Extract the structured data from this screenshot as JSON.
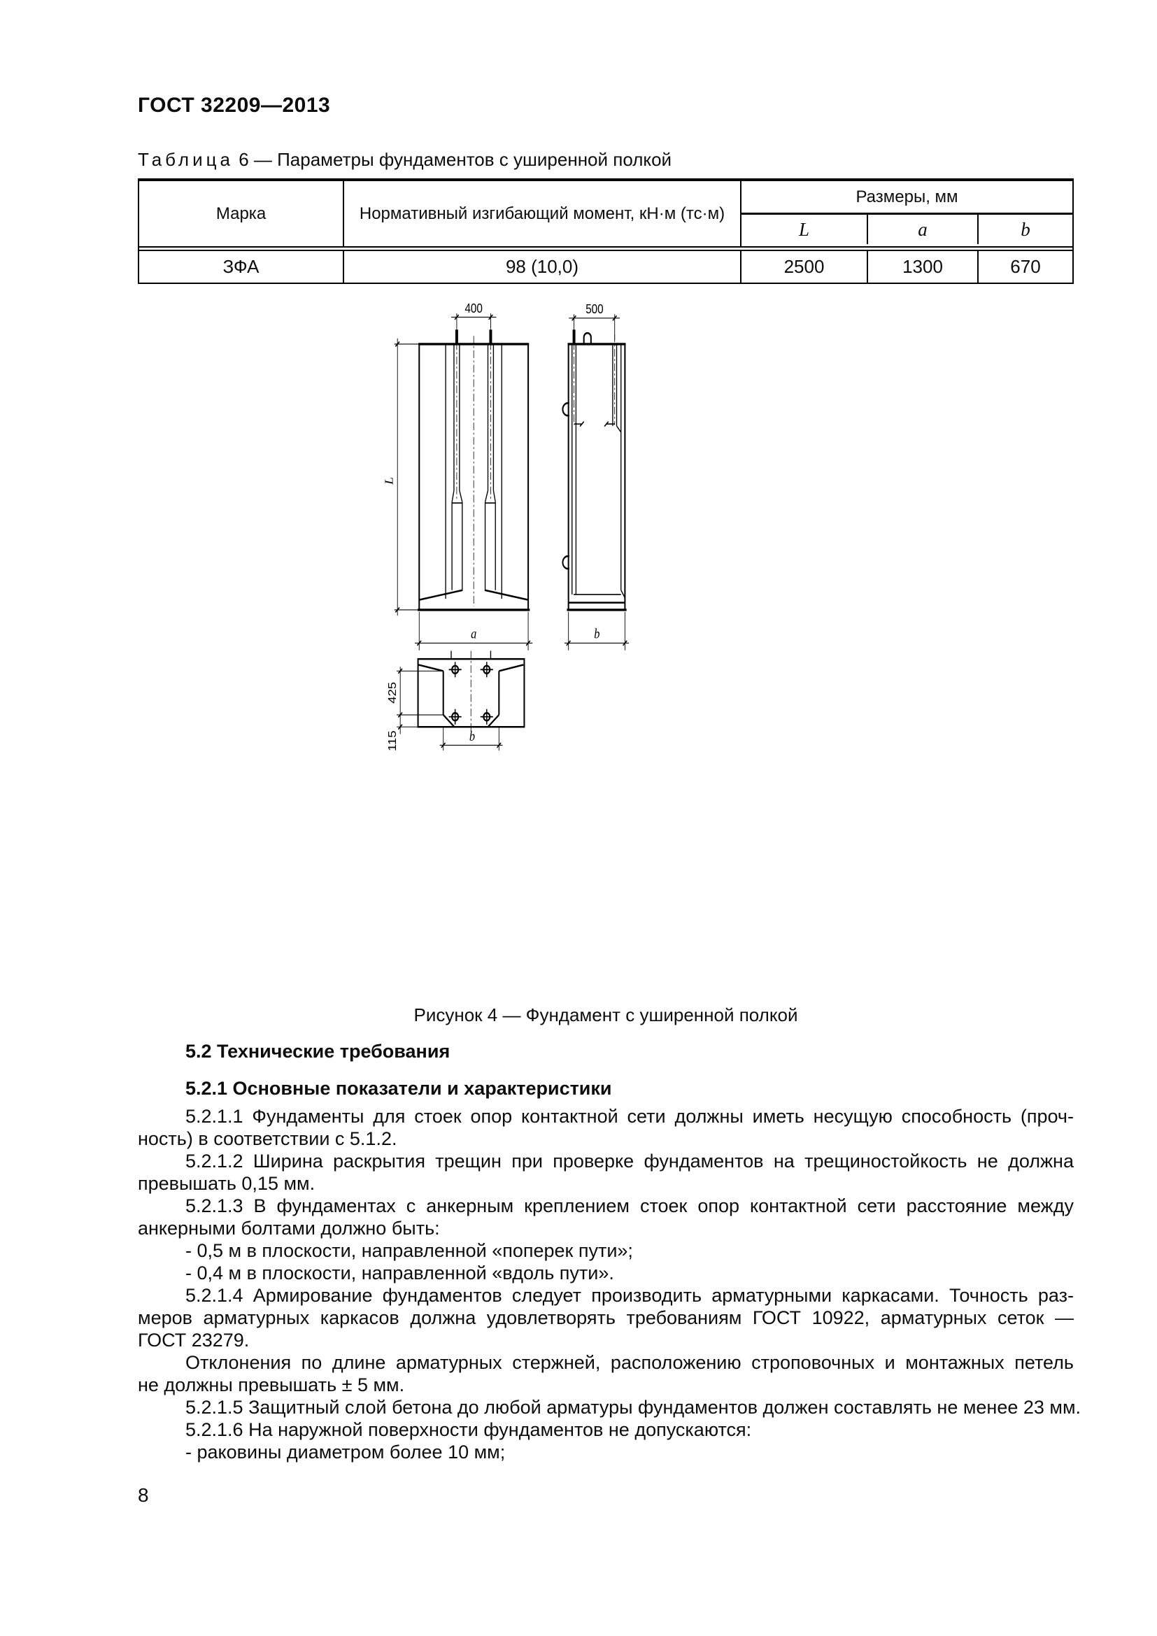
{
  "page": {
    "standard": "ГОСТ 32209—2013",
    "number": "8"
  },
  "table": {
    "caption_word": "Таблица",
    "caption_rest": "6 — Параметры фундаментов с уширенной полкой",
    "col_mark": "Марка",
    "col_moment": "Нормативный изгибающий момент, кН·м (тс·м)",
    "col_sizes": "Размеры, мм",
    "sub_cols": [
      "L",
      "a",
      "b"
    ],
    "row": {
      "mark": "ЗФА",
      "moment": "98 (10,0)",
      "L": "2500",
      "a": "1300",
      "b": "670"
    }
  },
  "figure": {
    "caption": "Рисунок 4 — Фундамент с уширенной полкой",
    "dims": {
      "bolt_front": "400",
      "bolt_side": "500",
      "length": "L",
      "width_a": "a",
      "width_b": "b",
      "plan_top": "425",
      "plan_bottom": "115",
      "plan_b": "b"
    }
  },
  "sections": {
    "lines": [
      {
        "text": "5.2  Технические требования",
        "bold": true,
        "indent": true
      },
      {
        "text": "5.2.1  Основные показатели и характеристики",
        "bold": true,
        "indent": true,
        "gap": 21
      },
      {
        "text": "5.2.1.1  Фундаменты для стоек опор контактной сети должны иметь несущую способность (проч-",
        "indent": true,
        "justify": true,
        "gap": 8
      },
      {
        "text": "ность) в соответствии с 5.1.2."
      },
      {
        "text": "5.2.1.2  Ширина раскрытия трещин при проверке фундаментов на трещиностойкость не должна",
        "indent": true,
        "justify": true
      },
      {
        "text": "превышать 0,15 мм."
      },
      {
        "text": "5.2.1.3  В фундаментах с анкерным креплением стоек опор контактной сети расстояние между",
        "indent": true,
        "justify": true
      },
      {
        "text": "анкерными болтами должно быть:"
      },
      {
        "text": "-  0,5 м в плоскости, направленной «поперек пути»;",
        "indent": true
      },
      {
        "text": "-  0,4 м в плоскости, направленной «вдоль пути».",
        "indent": true
      },
      {
        "text": "5.2.1.4  Армирование фундаментов следует производить арматурными каркасами. Точность раз-",
        "indent": true,
        "justify": true
      },
      {
        "text": "меров арматурных каркасов должна удовлетворять требованиям ГОСТ 10922, арматурных сеток —",
        "justify": true
      },
      {
        "text": "ГОСТ 23279."
      },
      {
        "text": "Отклонения по длине арматурных стержней, расположению строповочных и монтажных петель",
        "indent": true,
        "justify": true
      },
      {
        "text": "не должны превышать ± 5 мм."
      },
      {
        "text": "5.2.1.5  Защитный слой бетона до любой арматуры фундаментов должен составлять не менее 23 мм.",
        "indent": true
      },
      {
        "text": "5.2.1.6  На наружной поверхности фундаментов не допускаются:",
        "indent": true
      },
      {
        "text": "-  раковины диаметром более 10 мм;",
        "indent": true
      }
    ]
  }
}
